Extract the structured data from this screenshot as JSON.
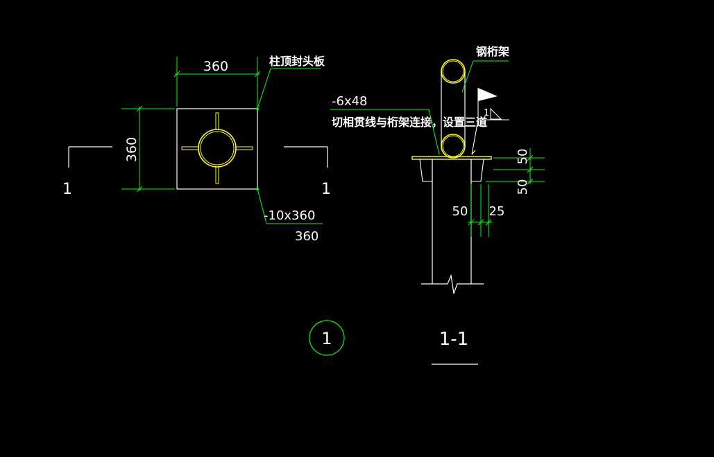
{
  "colors": {
    "background": "#000000",
    "white": "#ffffff",
    "green": "#00ff00",
    "yellow": "#ffff00",
    "cyan": "#00ffff"
  },
  "plan_view": {
    "dim_top": "360",
    "dim_left": "360",
    "label_cap_plate": "柱顶封头板",
    "label_plate_spec": "-10x360",
    "label_plate_spec_below": "360",
    "section_mark_left": "1",
    "section_mark_right": "1"
  },
  "section_view": {
    "label_truss": "钢桁架",
    "label_rib_spec": "-6x48",
    "label_note": "切相贯线与桁架连接，设置三道",
    "weld_symbol_number": "1",
    "dim_right_top": "50",
    "dim_right_bottom": "50",
    "dim_bottom_left": "50",
    "dim_bottom_right": "25",
    "section_title": "1-1"
  },
  "detail_marker": {
    "number": "1"
  }
}
